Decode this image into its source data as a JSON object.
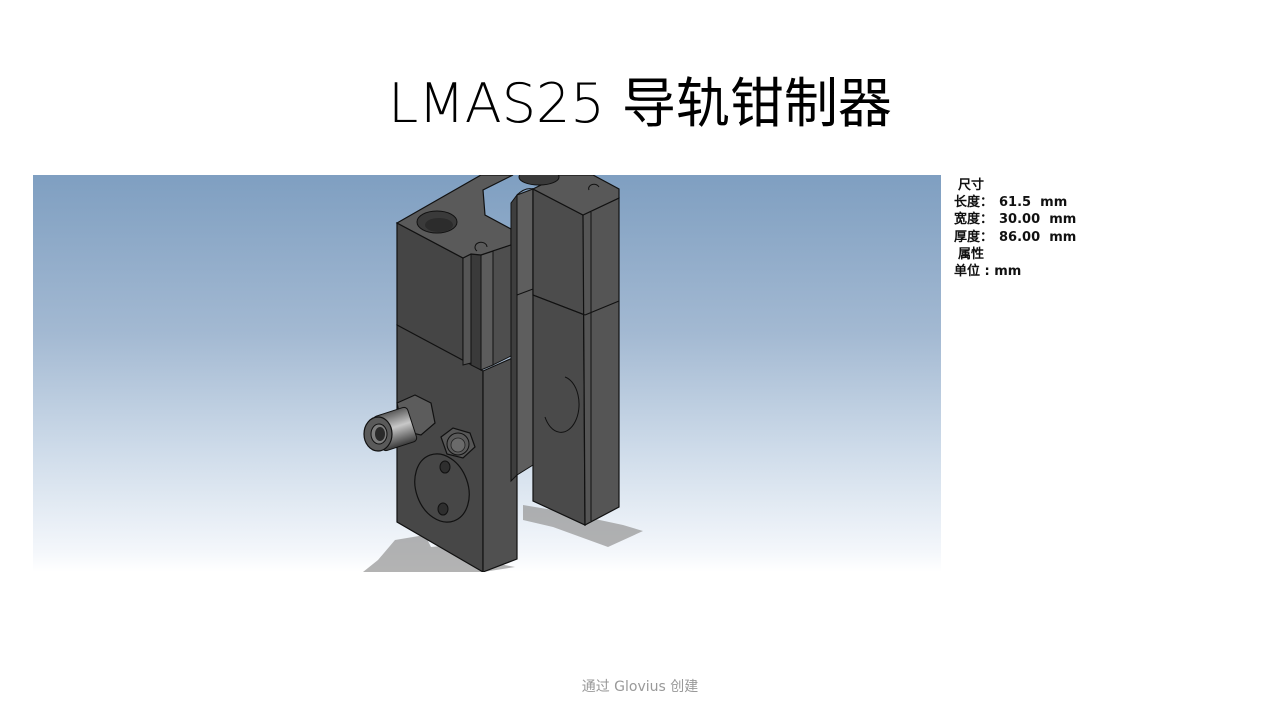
{
  "slide": {
    "title": "LMAS25 导轨钳制器",
    "footer": "通过 Glovius 创建"
  },
  "viewport": {
    "model_name": "LMAS25 rail clamp 3D model",
    "background_top": "#7f9fc1",
    "background_bottom": "#ffffff",
    "part_color": "#4a4a4a"
  },
  "properties": {
    "dimensions_heading": "尺寸",
    "length_label": "长度：",
    "length_value": "61.5  mm",
    "width_label": "宽度：",
    "width_value": "30.00  mm",
    "thickness_label": "厚度：",
    "thickness_value": "86.00  mm",
    "attributes_heading": "属性",
    "unit_line": "单位 : mm"
  }
}
